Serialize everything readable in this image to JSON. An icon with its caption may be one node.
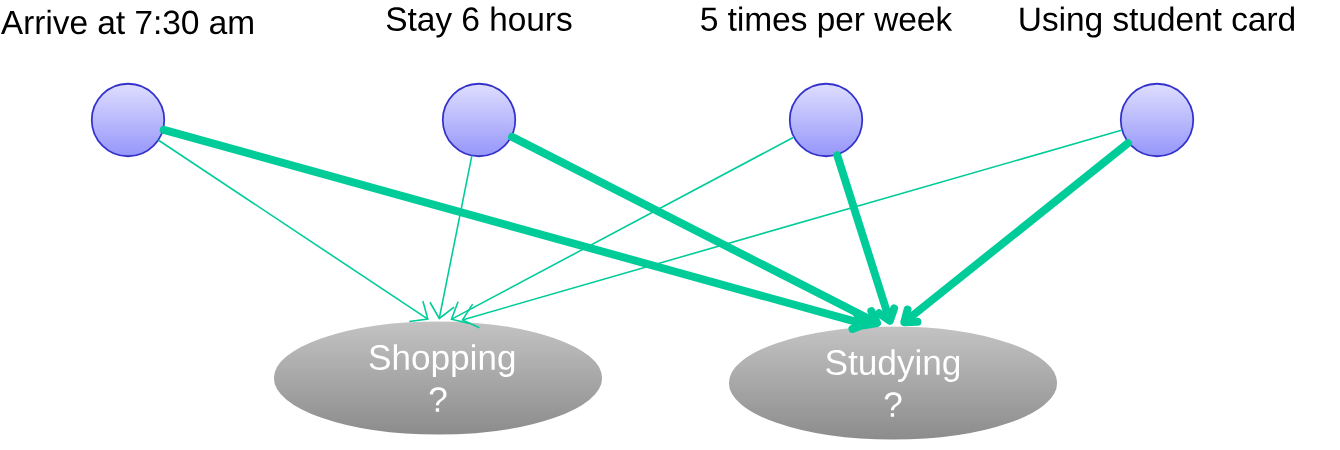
{
  "diagram": {
    "nodes": [
      {
        "text": [
          "Arrive at 7:30 am"
        ]
      },
      {
        "text": [
          "Stay 6 hours"
        ]
      },
      {
        "text": [
          "5 times per week"
        ]
      },
      {
        "text": [
          "Using student card"
        ]
      },
      {
        "text": [
          "Shopping ?"
        ]
      },
      {
        "text": [
          "Studying ?"
        ]
      }
    ],
    "edges": [
      {
        "from": 0,
        "to": 4,
        "arrow": "to"
      },
      {
        "from": 0,
        "to": 5,
        "arrow": "to",
        "style": "thick"
      },
      {
        "from": 1,
        "to": 4,
        "arrow": "to"
      },
      {
        "from": 1,
        "to": 5,
        "arrow": "to",
        "style": "thick"
      },
      {
        "from": 2,
        "to": 4,
        "arrow": "to"
      },
      {
        "from": 2,
        "to": 5,
        "arrow": "to",
        "style": "thick"
      },
      {
        "from": 3,
        "to": 4,
        "arrow": "to"
      },
      {
        "from": 3,
        "to": 5,
        "arrow": "to",
        "style": "thick"
      }
    ]
  }
}
